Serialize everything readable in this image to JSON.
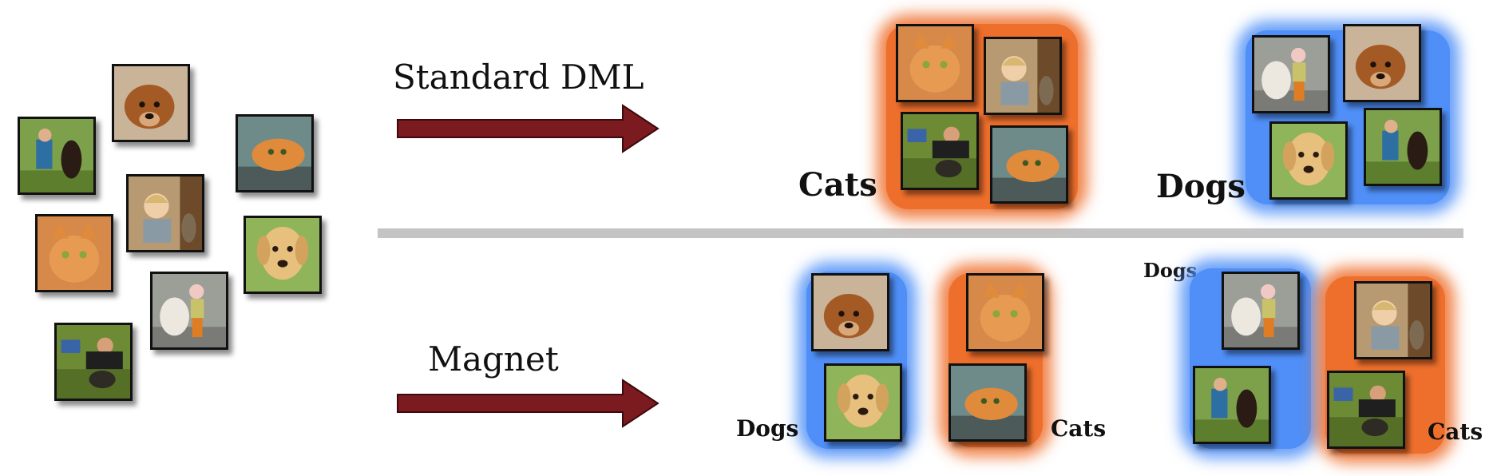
{
  "methods": {
    "standard": "Standard DML",
    "magnet": "Magnet"
  },
  "cluster_labels": {
    "top_cats": "Cats",
    "top_dogs": "Dogs",
    "bottom_left_dogs": "Dogs",
    "bottom_left_cats": "Cats",
    "bottom_right_dogs": "Dogs",
    "bottom_right_cats": "Cats"
  },
  "photos": {
    "dog_brown": "brown dog lying down",
    "dog_yellow": "yellow labrador puppy",
    "cat_orange": "orange tabby cat",
    "cat_lying": "orange cat lying down",
    "boy_dog": "boy with black dog",
    "child_cat": "toddler with cat",
    "girl_dog": "girl with white dog",
    "man_cat": "man lying with cat"
  },
  "colors": {
    "cats_glow": "#ee6f2c",
    "dogs_glow": "#4f8ff7",
    "arrow": "#7b1a1f",
    "divider": "#c4c4c4"
  }
}
